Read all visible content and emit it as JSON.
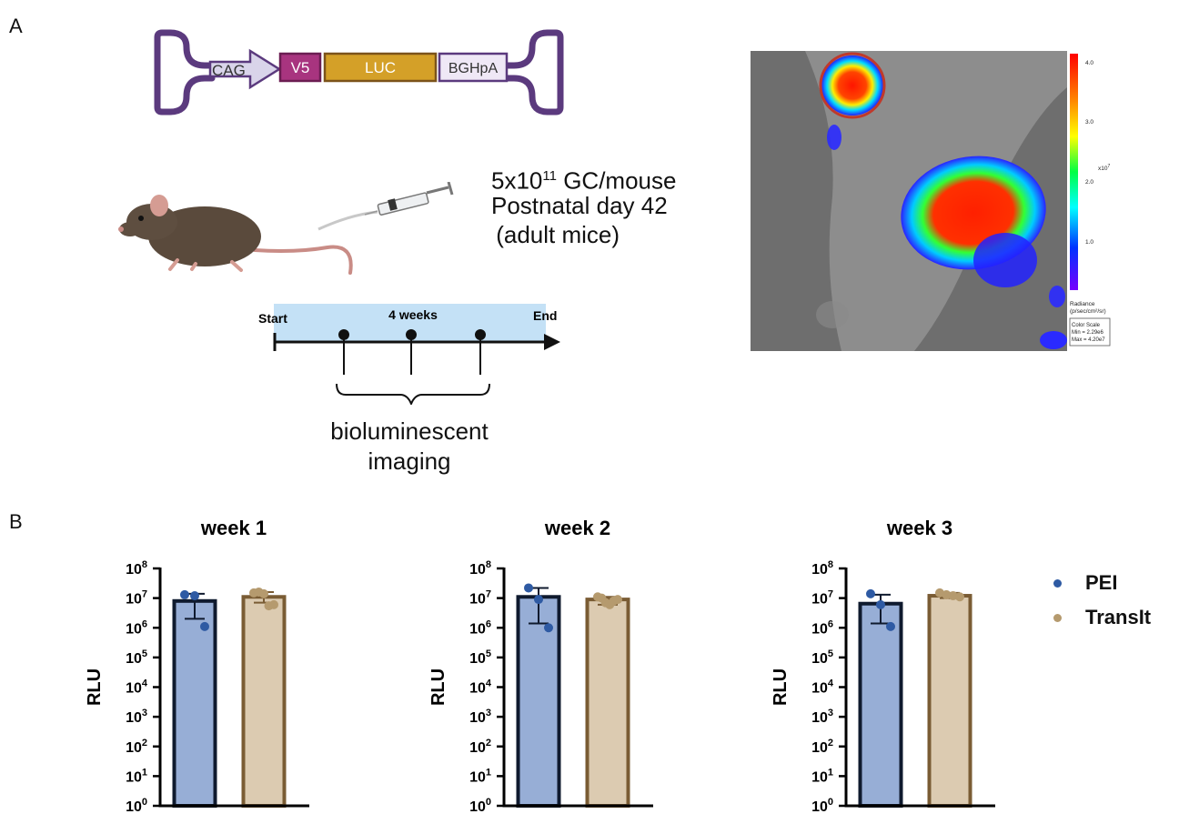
{
  "panel_a": {
    "label": "A",
    "construct": {
      "elements": [
        "CAG",
        "V5",
        "LUC",
        "BGHpA"
      ]
    },
    "dose_base": "5x10",
    "dose_exp": "11",
    "dose_unit": " GC/mouse",
    "age_line": "Postnatal day 42",
    "age_note": " (adult mice)",
    "timeline": {
      "start": "Start",
      "end": "End",
      "duration": "4 weeks"
    },
    "imaging_label_1": "bioluminescent",
    "imaging_label_2": "imaging",
    "image_scale": {
      "ticks": [
        "4.0",
        "3.0",
        "2.0",
        "1.0"
      ],
      "multiplier_base": "x10",
      "multiplier_exp": "7",
      "radiance_title": "Radiance",
      "radiance_unit": "(p/sec/cm²/sr)",
      "color_scale_title": "Color Scale",
      "min_label": "Min = 2.29e6",
      "max_label": "Max = 4.20e7"
    }
  },
  "panel_b": {
    "label": "B"
  },
  "colors": {
    "PEI_fill": "#97aed6",
    "PEI_edge": "#0f1a2e",
    "PEI_dot": "#2e5aa3",
    "TransIt_fill": "#dccbb1",
    "TransIt_edge": "#7a5c34",
    "TransIt_dot": "#b59a6e",
    "construct_outline": "#5b3a7e"
  },
  "legend": [
    {
      "name": "PEI",
      "color": "#2e5aa3"
    },
    {
      "name": "TransIt",
      "color": "#b59a6e"
    }
  ],
  "chart_data": [
    {
      "type": "bar",
      "title": "week 1",
      "ylabel": "RLU",
      "yscale": "log",
      "ylim": [
        1,
        100000000
      ],
      "y_ticks": [
        0,
        1,
        2,
        3,
        4,
        5,
        6,
        7,
        8
      ],
      "series": [
        {
          "name": "PEI",
          "mean": 8000000,
          "err_low": 2000000,
          "err_high": 14000000,
          "points": [
            13000000,
            12000000,
            1100000
          ]
        },
        {
          "name": "TransIt",
          "mean": 11000000,
          "err_low": 7000000,
          "err_high": 16000000,
          "points": [
            15000000,
            16000000,
            14000000,
            5500000,
            6000000
          ]
        }
      ]
    },
    {
      "type": "bar",
      "title": "week 2",
      "ylabel": "RLU",
      "yscale": "log",
      "ylim": [
        1,
        100000000
      ],
      "y_ticks": [
        0,
        1,
        2,
        3,
        4,
        5,
        6,
        7,
        8
      ],
      "series": [
        {
          "name": "PEI",
          "mean": 11000000,
          "err_low": 1400000,
          "err_high": 22000000,
          "points": [
            22000000,
            9000000,
            1000000
          ]
        },
        {
          "name": "TransIt",
          "mean": 9000000,
          "err_low": 6000000,
          "err_high": 11000000,
          "points": [
            11000000,
            10000000,
            7000000,
            6000000,
            8000000,
            9000000
          ]
        }
      ]
    },
    {
      "type": "bar",
      "title": "week 3",
      "ylabel": "RLU",
      "yscale": "log",
      "ylim": [
        1,
        100000000
      ],
      "y_ticks": [
        0,
        1,
        2,
        3,
        4,
        5,
        6,
        7,
        8
      ],
      "series": [
        {
          "name": "PEI",
          "mean": 6500000,
          "err_low": 1400000,
          "err_high": 13000000,
          "points": [
            14000000,
            6000000,
            1100000
          ]
        },
        {
          "name": "TransIt",
          "mean": 12000000,
          "err_low": 10000000,
          "err_high": 15000000,
          "points": [
            15000000,
            13000000,
            12000000,
            11000000
          ]
        }
      ]
    }
  ]
}
